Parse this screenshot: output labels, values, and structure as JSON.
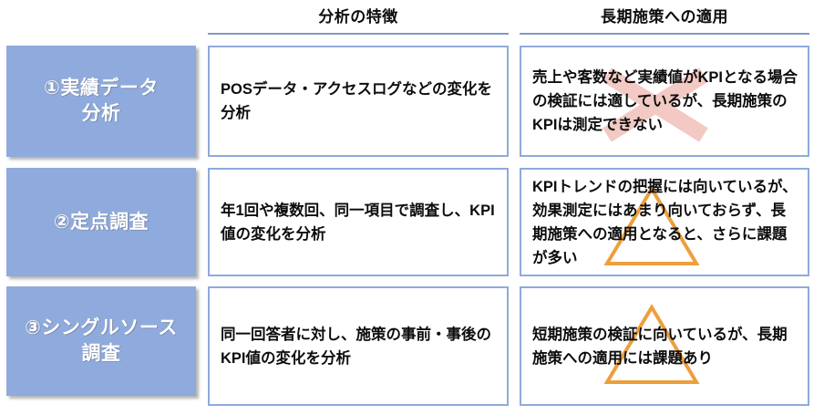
{
  "headers": [
    {
      "id": "analysis-characteristics",
      "label": "分析の特徴"
    },
    {
      "id": "long-term-applicability",
      "label": "長期施策への適用"
    }
  ],
  "rows": [
    {
      "id": "row-performance-data-analysis",
      "label": "①実績データ\n分析",
      "label_lines": [
        "①実績データ",
        "分析"
      ],
      "characteristics": "POSデータ・アクセスログなどの変化を分析",
      "applicability": "売上や客数など実績値がKPIとなる場合の検証には適しているが、長期施策のKPIは測定できない",
      "mark": {
        "type": "cross-mark-icon",
        "color": "#f3c9c3"
      }
    },
    {
      "id": "row-fixed-point-survey",
      "label": "②定点調査",
      "label_lines": [
        "②定点調査"
      ],
      "characteristics": "年1回や複数回、同一項目で調査し、KPI値の変化を分析",
      "applicability": "KPIトレンドの把握には向いているが、効果測定にはあまり向いておらず、長期施策への適用となると、さらに課題が多い",
      "mark": {
        "type": "triangle-mark-icon",
        "color": "#ed9f3c"
      }
    },
    {
      "id": "row-single-source-survey",
      "label": "③シングルソース\n調査",
      "label_lines": [
        "③シングルソース",
        "調査"
      ],
      "characteristics": "同一回答者に対し、施策の事前・事後のKPI値の変化を分析",
      "applicability": "短期施策の検証に向いているが、長期施策への適用には課題あり",
      "mark": {
        "type": "triangle-mark-icon",
        "color": "#ed9f3c"
      }
    }
  ],
  "colors": {
    "label_fill": "#8faadc",
    "cell_border": "#8faadc",
    "header_rule": "#8296c8",
    "text": "#0d0d0d",
    "label_text": "#ffffff",
    "cross_mark": "#f3c9c3",
    "triangle_mark": "#ed9f3c",
    "background": "#ffffff"
  }
}
